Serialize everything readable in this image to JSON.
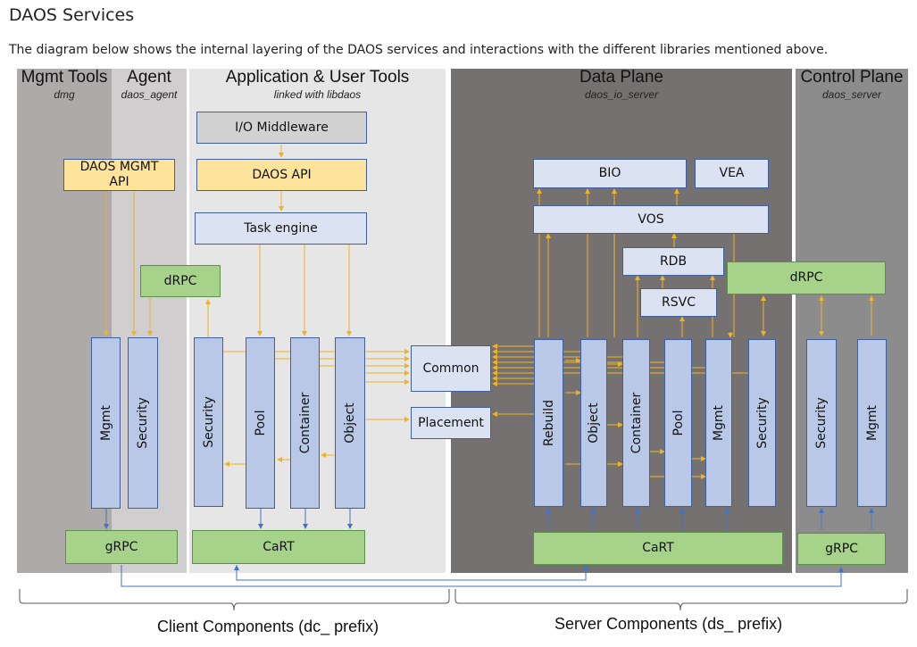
{
  "page": {
    "title": "DAOS Services",
    "intro": "The diagram below shows the internal layering of the DAOS services and interactions with the different libraries mentioned above."
  },
  "regions": {
    "mgmt_tools": {
      "title": "Mgmt Tools",
      "subtitle": "dmg"
    },
    "agent": {
      "title": "Agent",
      "subtitle": "daos_agent"
    },
    "app_tools": {
      "title": "Application & User Tools",
      "subtitle": "linked with libdaos"
    },
    "data_plane": {
      "title": "Data Plane",
      "subtitle": "daos_io_server"
    },
    "control_plane": {
      "title": "Control Plane",
      "subtitle": "daos_server"
    }
  },
  "client": {
    "io_middleware": "I/O Middleware",
    "daos_api": "DAOS API",
    "task_engine": "Task engine",
    "daos_mgmt_api": "DAOS MGMT API",
    "drpc": "dRPC",
    "mgmt_col": "Mgmt",
    "agent_security_col": "Security",
    "security_col": "Security",
    "pool_col": "Pool",
    "container_col": "Container",
    "object_col": "Object",
    "grpc": "gRPC",
    "cart": "CaRT"
  },
  "shared": {
    "common": "Common",
    "placement": "Placement"
  },
  "server": {
    "bio": "BIO",
    "vea": "VEA",
    "vos": "VOS",
    "rdb": "RDB",
    "rsvc": "RSVC",
    "drpc": "dRPC",
    "rebuild_col": "Rebuild",
    "object_col": "Object",
    "container_col": "Container",
    "pool_col": "Pool",
    "mgmt_col": "Mgmt",
    "security_col": "Security",
    "cart": "CaRT",
    "cp_security_col": "Security",
    "cp_mgmt_col": "Mgmt",
    "grpc": "gRPC"
  },
  "captions": {
    "client": "Client Components (dc_ prefix)",
    "server": "Server Components (ds_ prefix)"
  },
  "colors": {
    "arrow_orange": "#f0b323",
    "arrow_blue": "#4472c4",
    "dark_region": "#767171",
    "mid_region": "#aeaaaa",
    "light_region": "#e7e6e6"
  }
}
